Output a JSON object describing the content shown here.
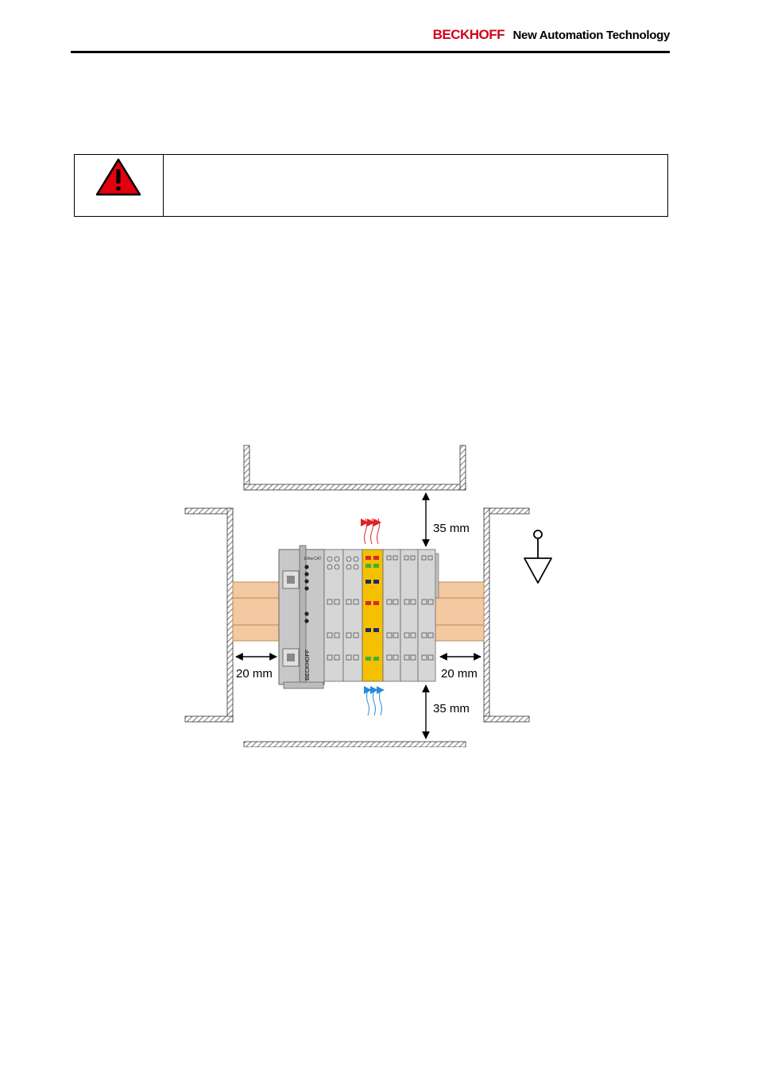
{
  "header": {
    "brand": "BECKHOFF",
    "tagline": "New Automation Technology"
  },
  "warning": {
    "icon": "warning-triangle-icon",
    "colors": {
      "triangle": "#e3000f",
      "outline": "#000000"
    }
  },
  "figure": {
    "labels": {
      "top_clearance": "35 mm",
      "bottom_clearance": "35 mm",
      "left_clearance": "20 mm",
      "right_clearance": "20 mm"
    },
    "coupler_text": {
      "header": "EtherCAT",
      "brand": "BECKHOFF"
    },
    "colors": {
      "warm_air_arrows": "#e0202a",
      "cool_air_arrows": "#2a8ad8",
      "din_rail": "#f2c9a0",
      "highlight_terminal": "#f5c000"
    },
    "icons": [
      "wall-hatch",
      "ground-symbol-icon",
      "airflow-arrows-icon"
    ]
  }
}
